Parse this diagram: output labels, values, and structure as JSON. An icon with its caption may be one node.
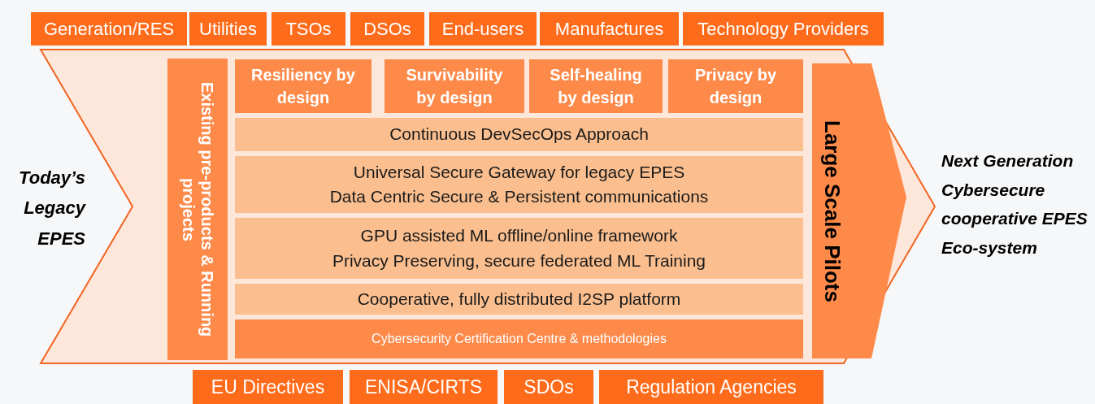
{
  "diagram": {
    "nodes": [
      {
        "text": [
          "Generation/RES"
        ]
      },
      {
        "text": [
          "Utilities"
        ]
      },
      {
        "text": [
          "TSOs"
        ]
      },
      {
        "text": [
          "DSOs"
        ]
      },
      {
        "text": [
          "End-users"
        ]
      },
      {
        "text": [
          "Manufactures"
        ]
      },
      {
        "text": [
          "Technology Providers"
        ]
      },
      {
        "text": [],
        "shape": "chevron"
      },
      {
        "text": [
          "Existing pre-products & Running projects"
        ],
        "in": 7
      },
      {
        "text": [
          "Resiliency by design"
        ],
        "in": 7
      },
      {
        "text": [
          "Survivability by design"
        ],
        "in": 7
      },
      {
        "text": [
          "Self-healing by design"
        ],
        "in": 7
      },
      {
        "text": [
          "Privacy by design"
        ],
        "in": 7
      },
      {
        "text": [
          "Continuous DevSecOps Approach"
        ],
        "in": 7
      },
      {
        "text": [
          "Universal Secure Gateway for legacy EPES",
          "Data Centric Secure & Persistent communications"
        ],
        "in": 7
      },
      {
        "text": [
          "GPU assisted ML offline/online framework",
          "Privacy Preserving, secure federated ML Training"
        ],
        "in": 7
      },
      {
        "text": [
          "Cooperative, fully distributed I2SP platform"
        ],
        "in": 7
      },
      {
        "text": [
          "Cybersecurity Certification Centre & methodologies"
        ],
        "in": 7
      },
      {
        "text": [
          "Large Scale Pilots"
        ],
        "in": 7
      },
      {
        "text": [
          "EU Directives"
        ]
      },
      {
        "text": [
          "ENISA/CIRTS"
        ]
      },
      {
        "text": [
          "SDOs"
        ]
      },
      {
        "text": [
          "Regulation Agencies"
        ]
      }
    ],
    "edges": [],
    "labels": [
      "Today’s Legacy EPES",
      "Next Generation Cybersecure cooperative EPES Eco-system"
    ]
  }
}
